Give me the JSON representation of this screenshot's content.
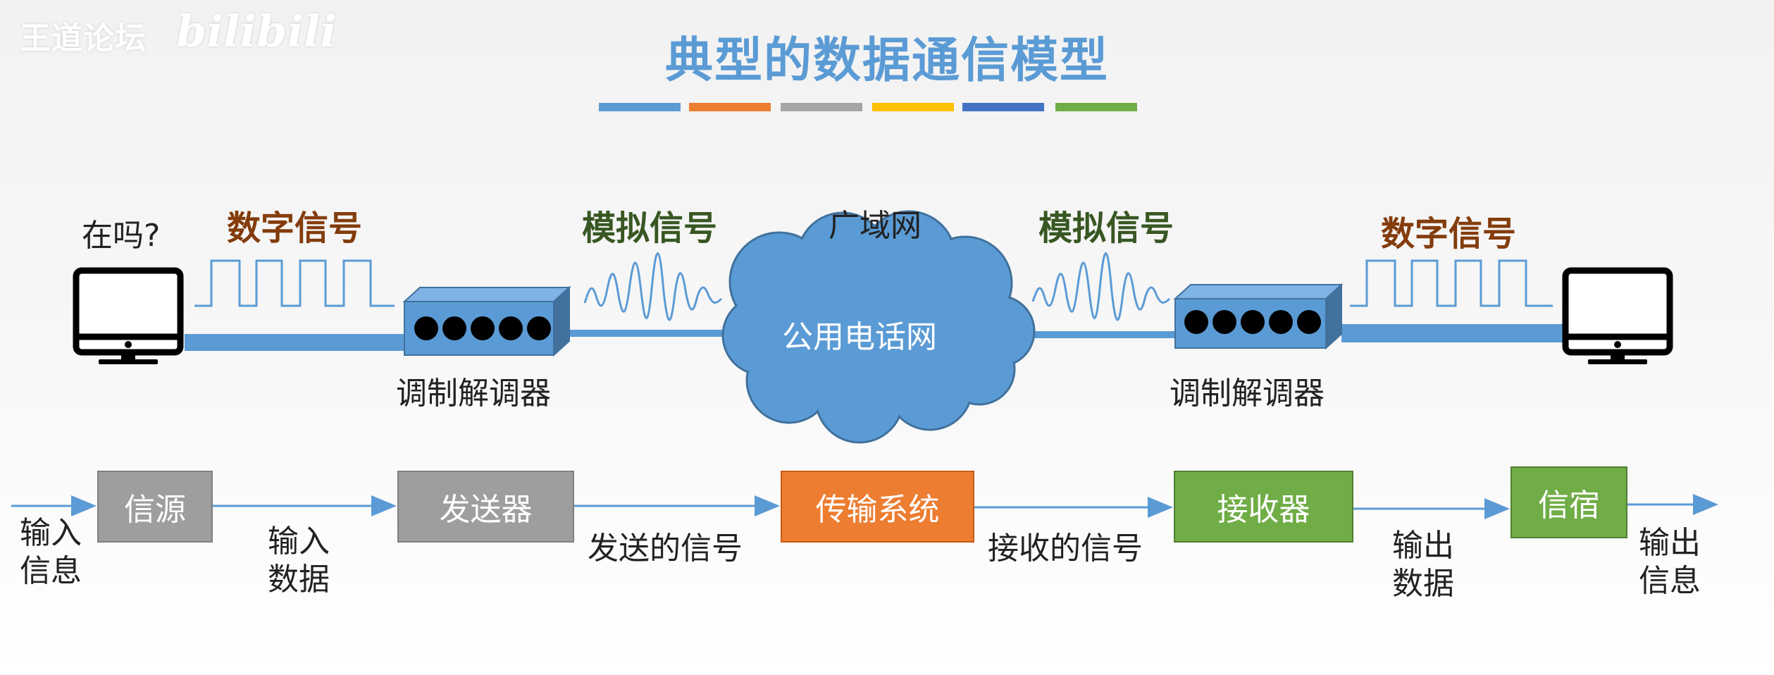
{
  "watermark": {
    "text": "王道论坛",
    "logo": "bilibili"
  },
  "title": "典型的数据通信模型",
  "colors": {
    "title": "#5b9bd5",
    "title_bars": [
      "#5b9bd5",
      "#ed7d31",
      "#a5a5a5",
      "#ffc000",
      "#4472c4",
      "#70ad47"
    ],
    "line_blue": "#5b9bd5",
    "digital_label": "#843c0c",
    "analog_label": "#385723",
    "box_gray": "#9e9e9e",
    "box_orange": "#ed7d31",
    "box_green": "#70ad47"
  },
  "top": {
    "speech": "在吗?",
    "digital_left": "数字信号",
    "analog_left": "模拟信号",
    "wan_label": "广域网",
    "cloud_label": "公用电话网",
    "analog_right": "模拟信号",
    "digital_right": "数字信号",
    "modem_left": "调制解调器",
    "modem_right": "调制解调器"
  },
  "flow": {
    "boxes": {
      "source": "信源",
      "transmitter": "发送器",
      "transmission": "传输系统",
      "receiver": "接收器",
      "destination": "信宿"
    },
    "labels": {
      "input_info": [
        "输入",
        "信息"
      ],
      "input_data": [
        "输入",
        "数据"
      ],
      "sent_signal": "发送的信号",
      "received_signal": "接收的信号",
      "output_data": [
        "输出",
        "数据"
      ],
      "output_info": [
        "输出",
        "信息"
      ]
    }
  }
}
